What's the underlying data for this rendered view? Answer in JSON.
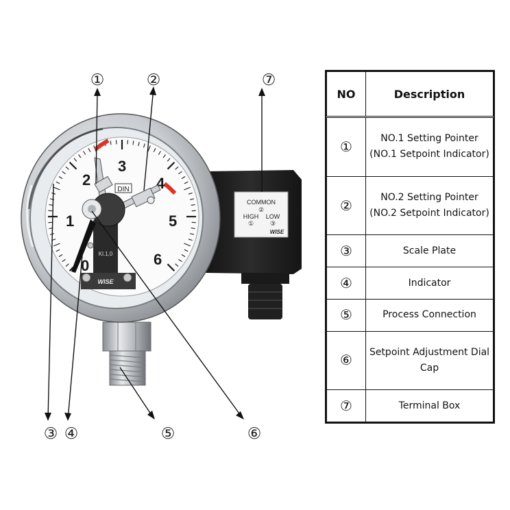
{
  "callouts": [
    "①",
    "②",
    "③",
    "④",
    "⑤",
    "⑥",
    "⑦"
  ],
  "dial": {
    "numbers": [
      "0",
      "1",
      "2",
      "3",
      "4",
      "5",
      "6"
    ],
    "din_label": "DIN",
    "class_label": "Kl.1,0",
    "brand": "WISE"
  },
  "terminal_box": {
    "common": "COMMON",
    "common_num": "②",
    "high": "HIGH",
    "high_num": "①",
    "low": "LOW",
    "low_num": "③",
    "brand": "WISE"
  },
  "legend": {
    "header_no": "NO",
    "header_desc": "Description",
    "rows": [
      {
        "no": "①",
        "line1": "NO.1 Setting Pointer",
        "line2": "(NO.1 Setpoint Indicator)"
      },
      {
        "no": "②",
        "line1": "NO.2 Setting Pointer",
        "line2": "(NO.2 Setpoint Indicator)"
      },
      {
        "no": "③",
        "line1": "Scale Plate",
        "line2": ""
      },
      {
        "no": "④",
        "line1": "Indicator",
        "line2": ""
      },
      {
        "no": "⑤",
        "line1": "Process Connection",
        "line2": ""
      },
      {
        "no": "⑥",
        "line1": "Setpoint Adjustment Dial",
        "line2": "Cap"
      },
      {
        "no": "⑦",
        "line1": "Terminal Box",
        "line2": ""
      }
    ]
  },
  "colors": {
    "setpoint_red": "#d8352a",
    "terminal_box": "#1c1c1c",
    "steel": "#b8bcc0"
  }
}
